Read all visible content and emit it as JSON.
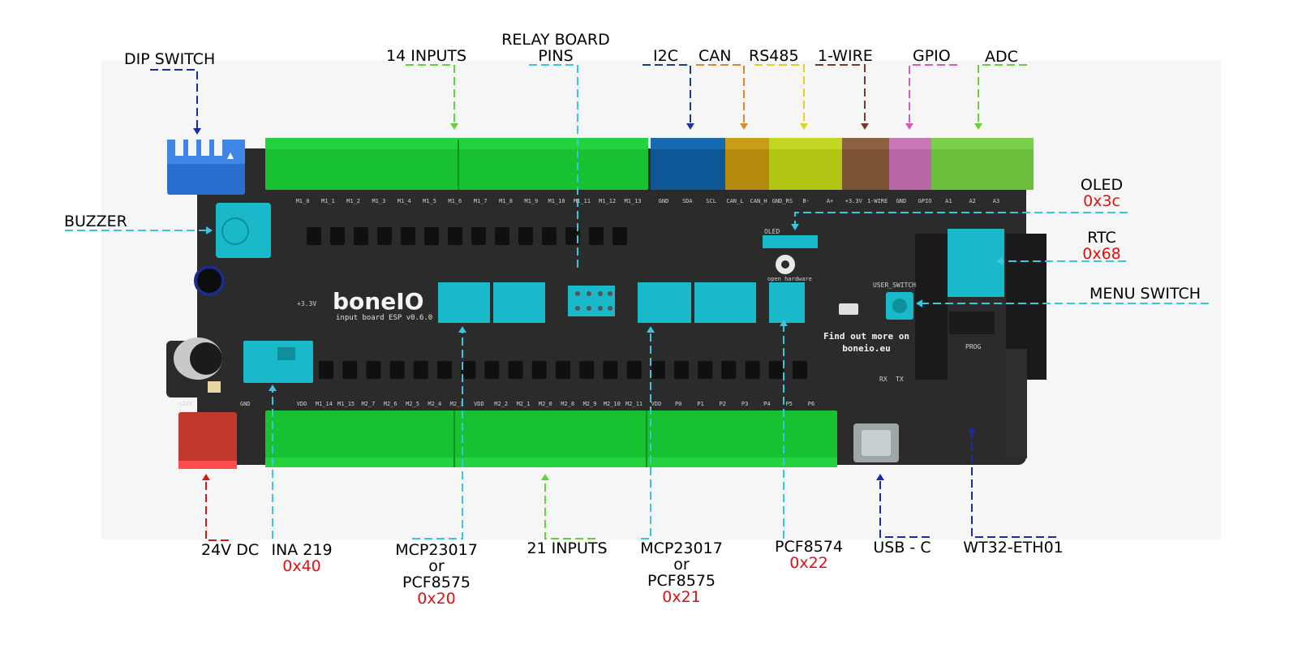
{
  "colors": {
    "pcb": "#2b2b2b",
    "terminal_green": "#17c132",
    "highlight_cyan": "#19b9c9",
    "address_red": "#e01010",
    "i2c": "#0d5797",
    "can": "#b38a0e",
    "rs485": "#b2c515",
    "one_wire": "#7b5233",
    "gpio": "#b867a6",
    "adc": "#6bbf3c",
    "power": "#c0392b",
    "dip": "#2a6fd0"
  },
  "labels": {
    "dip_switch": "DIP SWITCH",
    "inputs_14": "14 INPUTS",
    "relay_board_line1": "RELAY BOARD",
    "relay_board_line2": "PINS",
    "i2c": "I2C",
    "can": "CAN",
    "rs485": "RS485",
    "one_wire": "1-WIRE",
    "gpio": "GPIO",
    "adc": "ADC",
    "oled": "OLED",
    "oled_addr": "0x3c",
    "buzzer": "BUZZER",
    "rtc": "RTC",
    "rtc_addr": "0x68",
    "menu_switch": "MENU SWITCH",
    "dc24v": "24V DC",
    "ina219": "INA 219",
    "ina219_addr": "0x40",
    "mcp1_line1": "MCP23017",
    "mcp1_line2": "or",
    "mcp1_line3": "PCF8575",
    "mcp1_addr": "0x20",
    "inputs_21": "21 INPUTS",
    "mcp2_line1": "MCP23017",
    "mcp2_line2": "or",
    "mcp2_line3": "PCF8575",
    "mcp2_addr": "0x21",
    "pcf8574": "PCF8574",
    "pcf8574_addr": "0x22",
    "usb_c": "USB - C",
    "wt32": "WT32-ETH01"
  },
  "board": {
    "brand": "boneIO",
    "subtitle": "input board ESP v0.6.0",
    "find_more_line1": "Find out more on",
    "find_more_line2": "boneio.eu",
    "oled_silk": "OLED",
    "user_switch_silk": "USER_SWITCH",
    "prog_silk": "PROG",
    "rx_silk": "RX",
    "tx_silk": "TX",
    "v33_silk": "+3.3V",
    "v24_silk": "+24V",
    "gnd_silk": "GND",
    "open_hardware": "open hardware",
    "top_pins_left": [
      "M1_0",
      "M1_1",
      "M1_2",
      "M1_3",
      "M1_4",
      "M1_5",
      "M1_6",
      "M1_7",
      "M1_8",
      "M1_9",
      "M1_10",
      "M1_11",
      "M1_12",
      "M1_13"
    ],
    "top_pins_right": [
      "GND",
      "SDA",
      "SCL",
      "CAN_L",
      "CAN_H",
      "GND_RS",
      "B-",
      "A+",
      "+3.3V",
      "1-WIRE",
      "GND",
      "GPIO",
      "A1",
      "A2",
      "A3"
    ],
    "bottom_pins": [
      "VDD",
      "M1_14",
      "M1_15",
      "M2_7",
      "M2_6",
      "M2_5",
      "M2_4",
      "M2_3",
      "VDD",
      "M2_2",
      "M2_1",
      "M2_0",
      "M2_8",
      "M2_9",
      "M2_10",
      "M2_11",
      "VDD",
      "P0",
      "P1",
      "P2",
      "P3",
      "P4",
      "P5",
      "P6"
    ]
  }
}
